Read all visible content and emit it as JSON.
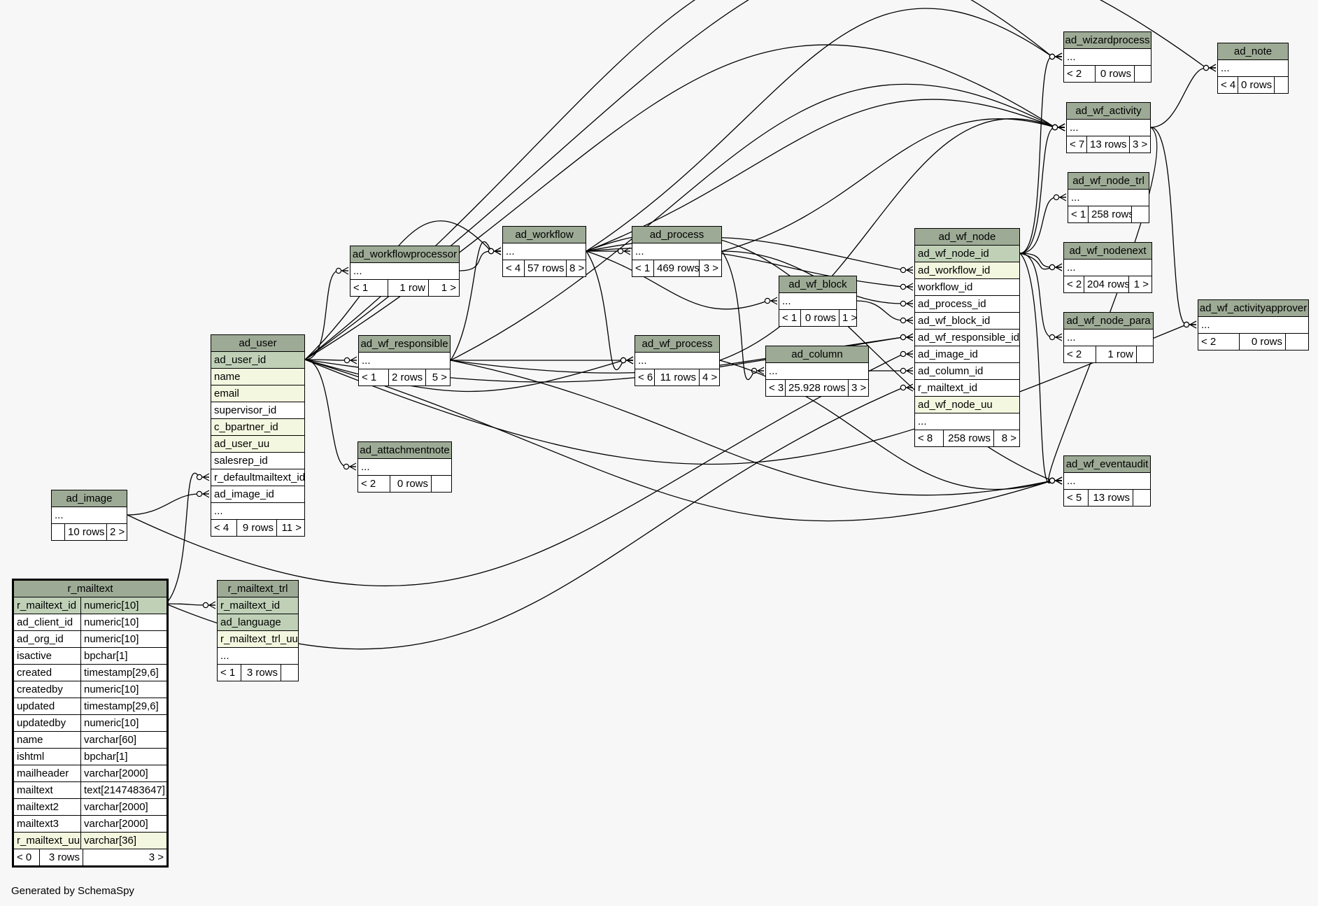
{
  "footer": "Generated by SchemaSpy",
  "colors": {
    "header": "#9daa95",
    "primary_key": "#bfd0b7",
    "indexed": "#f4f7df",
    "background": "#f7f7f7",
    "edge": "#000000"
  },
  "tables": [
    {
      "id": "ad_note",
      "name": "ad_note",
      "columns": [
        "..."
      ],
      "stats": {
        "parents": "< 4",
        "rows": "0 rows",
        "children": ""
      }
    },
    {
      "id": "ad_wizardprocess",
      "name": "ad_wizardprocess",
      "columns": [
        "..."
      ],
      "stats": {
        "parents": "< 2",
        "rows": "0 rows",
        "children": ""
      }
    },
    {
      "id": "ad_wf_activity",
      "name": "ad_wf_activity",
      "columns": [
        "..."
      ],
      "stats": {
        "parents": "< 7",
        "rows": "13 rows",
        "children": "3 >"
      }
    },
    {
      "id": "ad_wf_node_trl",
      "name": "ad_wf_node_trl",
      "columns": [
        "..."
      ],
      "stats": {
        "parents": "< 1",
        "rows": "258 rows",
        "children": ""
      }
    },
    {
      "id": "ad_wf_nodenext",
      "name": "ad_wf_nodenext",
      "columns": [
        "..."
      ],
      "stats": {
        "parents": "< 2",
        "rows": "204 rows",
        "children": "1 >"
      }
    },
    {
      "id": "ad_wf_node_para",
      "name": "ad_wf_node_para",
      "columns": [
        "..."
      ],
      "stats": {
        "parents": "< 2",
        "rows": "1 row",
        "children": ""
      }
    },
    {
      "id": "ad_wf_activityapprover",
      "name": "ad_wf_activityapprover",
      "columns": [
        "..."
      ],
      "stats": {
        "parents": "< 2",
        "rows": "0 rows",
        "children": ""
      }
    },
    {
      "id": "ad_wf_eventaudit",
      "name": "ad_wf_eventaudit",
      "columns": [
        "..."
      ],
      "stats": {
        "parents": "< 5",
        "rows": "13 rows",
        "children": ""
      }
    },
    {
      "id": "ad_workflow",
      "name": "ad_workflow",
      "columns": [
        "..."
      ],
      "stats": {
        "parents": "< 4",
        "rows": "57 rows",
        "children": "8 >"
      }
    },
    {
      "id": "ad_process",
      "name": "ad_process",
      "columns": [
        "..."
      ],
      "stats": {
        "parents": "< 1",
        "rows": "469 rows",
        "children": "3 >"
      }
    },
    {
      "id": "ad_workflowprocessor",
      "name": "ad_workflowprocessor",
      "columns": [
        "..."
      ],
      "stats": {
        "parents": "< 1",
        "rows": "1 row",
        "children": "1 >"
      }
    },
    {
      "id": "ad_wf_block",
      "name": "ad_wf_block",
      "columns": [
        "..."
      ],
      "stats": {
        "parents": "< 1",
        "rows": "0 rows",
        "children": "1 >"
      }
    },
    {
      "id": "ad_wf_node",
      "name": "ad_wf_node",
      "columns": [
        "ad_wf_node_id",
        "ad_workflow_id",
        "workflow_id",
        "ad_process_id",
        "ad_wf_block_id",
        "ad_wf_responsible_id",
        "ad_image_id",
        "ad_column_id",
        "r_mailtext_id",
        "ad_wf_node_uu",
        "..."
      ],
      "stats": {
        "parents": "< 8",
        "rows": "258 rows",
        "children": "8 >"
      }
    },
    {
      "id": "ad_wf_responsible",
      "name": "ad_wf_responsible",
      "columns": [
        "..."
      ],
      "stats": {
        "parents": "< 1",
        "rows": "2 rows",
        "children": "5 >"
      }
    },
    {
      "id": "ad_wf_process",
      "name": "ad_wf_process",
      "columns": [
        "..."
      ],
      "stats": {
        "parents": "< 6",
        "rows": "11 rows",
        "children": "4 >"
      }
    },
    {
      "id": "ad_column",
      "name": "ad_column",
      "columns": [
        "..."
      ],
      "stats": {
        "parents": "< 3",
        "rows": "25.928 rows",
        "children": "3 >"
      }
    },
    {
      "id": "ad_user",
      "name": "ad_user",
      "columns": [
        "ad_user_id",
        "name",
        "email",
        "supervisor_id",
        "c_bpartner_id",
        "ad_user_uu",
        "salesrep_id",
        "r_defaultmailtext_id",
        "ad_image_id",
        "..."
      ],
      "stats": {
        "parents": "< 4",
        "rows": "9 rows",
        "children": "11 >"
      }
    },
    {
      "id": "ad_attachmentnote",
      "name": "ad_attachmentnote",
      "columns": [
        "..."
      ],
      "stats": {
        "parents": "< 2",
        "rows": "0 rows",
        "children": ""
      }
    },
    {
      "id": "ad_image",
      "name": "ad_image",
      "columns": [
        "..."
      ],
      "stats": {
        "parents": "",
        "rows": "10 rows",
        "children": "2 >"
      }
    },
    {
      "id": "r_mailtext_trl",
      "name": "r_mailtext_trl",
      "columns": [
        "r_mailtext_id",
        "ad_language",
        "r_mailtext_trl_uu",
        "..."
      ],
      "stats": {
        "parents": "< 1",
        "rows": "3 rows",
        "children": ""
      }
    },
    {
      "id": "r_mailtext",
      "name": "r_mailtext",
      "columns": [
        {
          "name": "r_mailtext_id",
          "type": "numeric[10]"
        },
        {
          "name": "ad_client_id",
          "type": "numeric[10]"
        },
        {
          "name": "ad_org_id",
          "type": "numeric[10]"
        },
        {
          "name": "isactive",
          "type": "bpchar[1]"
        },
        {
          "name": "created",
          "type": "timestamp[29,6]"
        },
        {
          "name": "createdby",
          "type": "numeric[10]"
        },
        {
          "name": "updated",
          "type": "timestamp[29,6]"
        },
        {
          "name": "updatedby",
          "type": "numeric[10]"
        },
        {
          "name": "name",
          "type": "varchar[60]"
        },
        {
          "name": "ishtml",
          "type": "bpchar[1]"
        },
        {
          "name": "mailheader",
          "type": "varchar[2000]"
        },
        {
          "name": "mailtext",
          "type": "text[2147483647]"
        },
        {
          "name": "mailtext2",
          "type": "varchar[2000]"
        },
        {
          "name": "mailtext3",
          "type": "varchar[2000]"
        },
        {
          "name": "r_mailtext_uu",
          "type": "varchar[36]"
        }
      ],
      "stats": {
        "parents": "< 0",
        "rows": "3 rows",
        "children": "3 >"
      }
    }
  ]
}
